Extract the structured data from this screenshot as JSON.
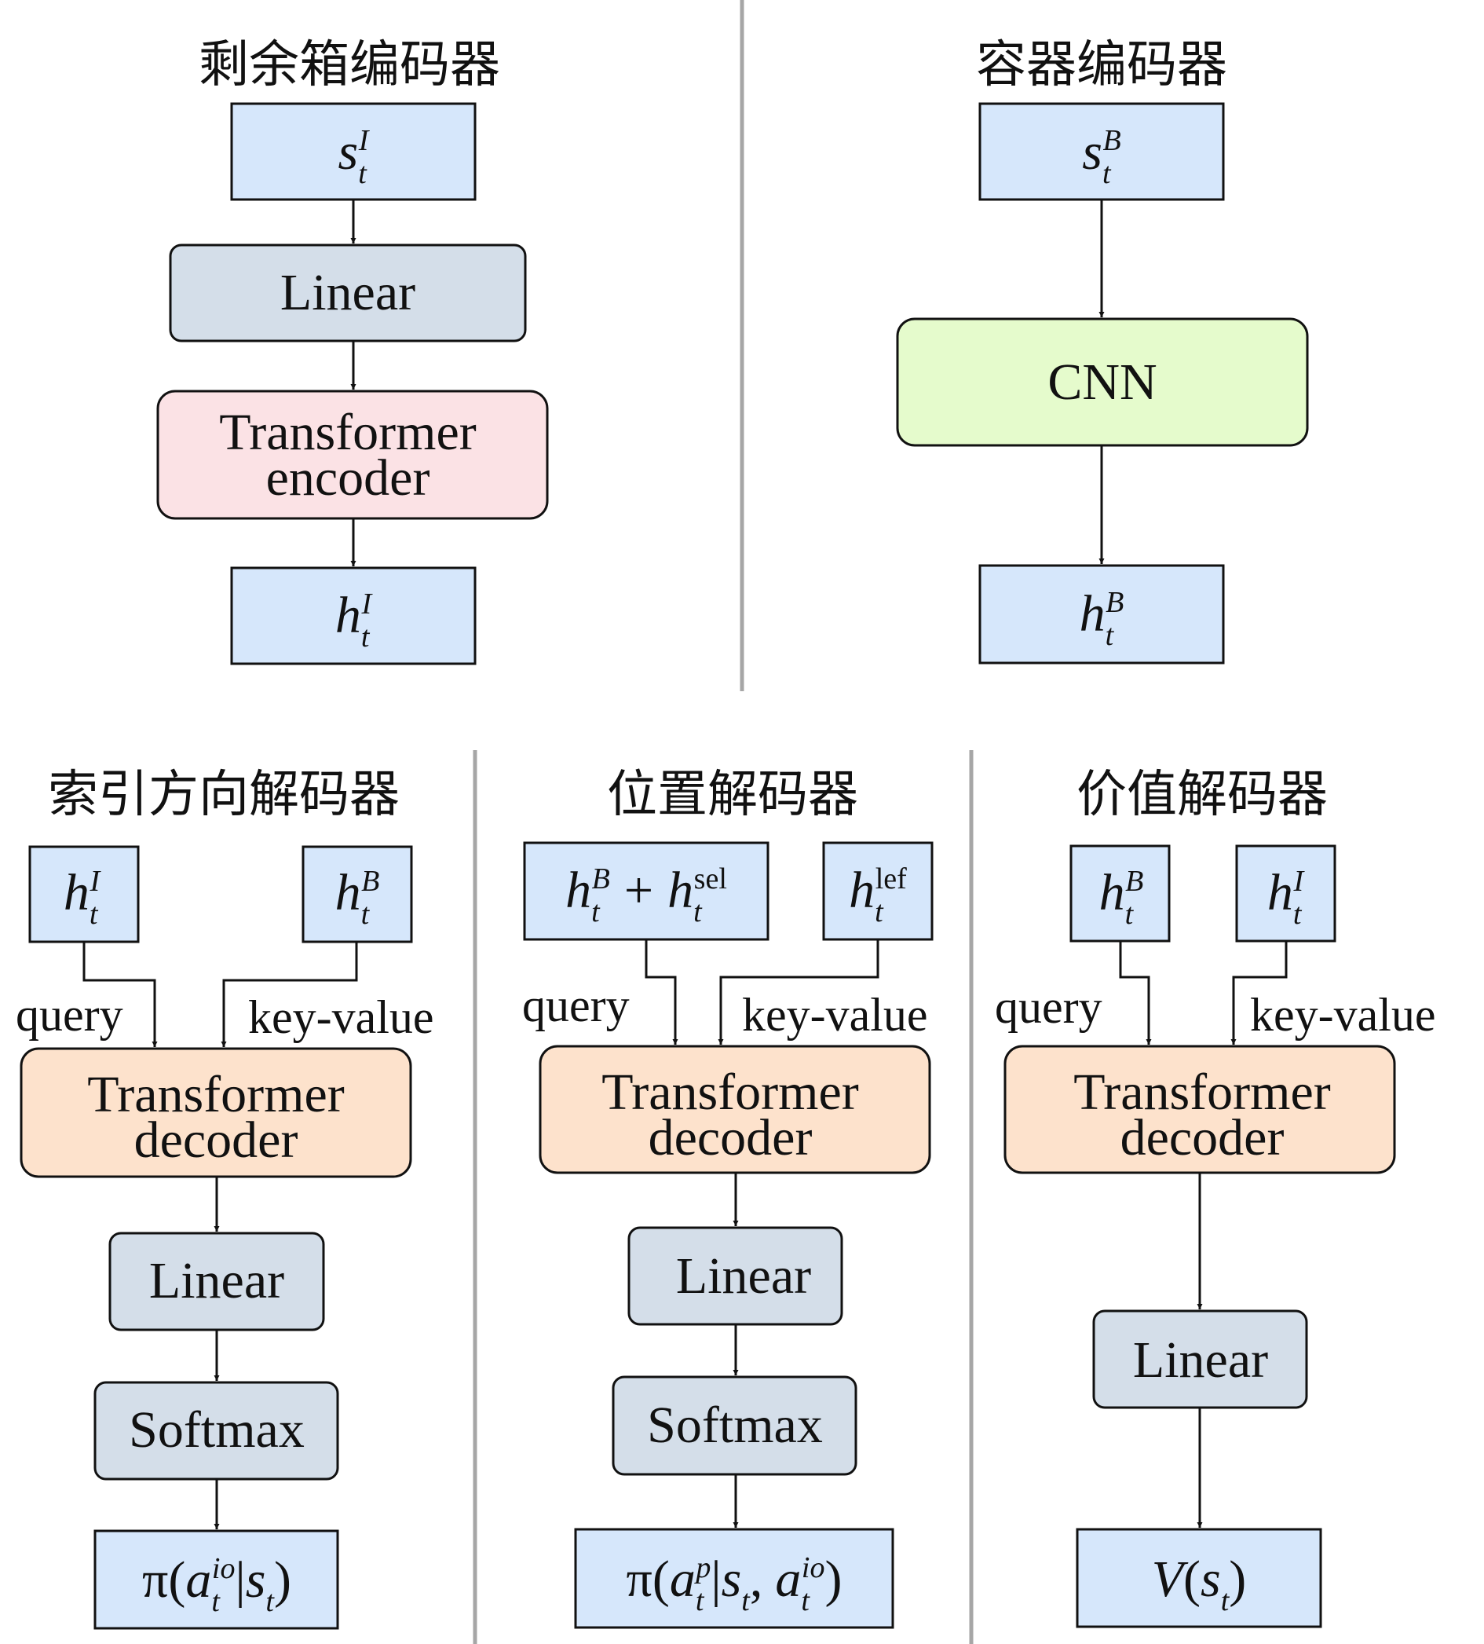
{
  "colors": {
    "io_box": "#d6e7fb",
    "linear_box": "#d4dee9",
    "encoder_box": "#fbe2e5",
    "cnn_box": "#e5fbcc",
    "decoder_box": "#fde2cc",
    "separator": "#a6a6a6"
  },
  "panels": {
    "item_encoder": {
      "title": "剩余箱编码器",
      "input": {
        "base": "s",
        "sub": "t",
        "sup": "I"
      },
      "linear": "Linear",
      "encoder": {
        "line1": "Transformer",
        "line2": "encoder"
      },
      "output": {
        "base": "h",
        "sub": "t",
        "sup": "I"
      }
    },
    "bin_encoder": {
      "title": "容器编码器",
      "input": {
        "base": "s",
        "sub": "t",
        "sup": "B"
      },
      "cnn": "CNN",
      "output": {
        "base": "h",
        "sub": "t",
        "sup": "B"
      }
    },
    "index_decoder": {
      "title": "索引方向解码器",
      "input_left": {
        "base": "h",
        "sub": "t",
        "sup": "I"
      },
      "input_right": {
        "base": "h",
        "sub": "t",
        "sup": "B"
      },
      "query": "query",
      "key_value": "key-value",
      "decoder": {
        "line1": "Transformer",
        "line2": "decoder"
      },
      "linear": "Linear",
      "softmax": "Softmax",
      "output": {
        "pi": "π(",
        "a": "a",
        "sub": "t",
        "sup": "io",
        "bar": "|",
        "s": "s",
        "s_sub": "t",
        "close": ")"
      }
    },
    "position_decoder": {
      "title": "位置解码器",
      "input_left": {
        "base1": "h",
        "sub1": "t",
        "sup1": "B",
        "plus": "+",
        "base2": "h",
        "sub2": "t",
        "sup2": "sel"
      },
      "input_right": {
        "base": "h",
        "sub": "t",
        "sup": "lef"
      },
      "query": "query",
      "key_value": "key-value",
      "decoder": {
        "line1": "Transformer",
        "line2": "decoder"
      },
      "linear": "Linear",
      "softmax": "Softmax",
      "output": {
        "pi": "π(",
        "a": "a",
        "sub": "t",
        "sup": "p",
        "bar": "|",
        "s": "s",
        "s_sub": "t",
        "comma": ",",
        "a2": "a",
        "sub2": "t",
        "sup2": "io",
        "close": ")"
      }
    },
    "value_decoder": {
      "title": "价值解码器",
      "input_left": {
        "base": "h",
        "sub": "t",
        "sup": "B"
      },
      "input_right": {
        "base": "h",
        "sub": "t",
        "sup": "I"
      },
      "query": "query",
      "key_value": "key-value",
      "decoder": {
        "line1": "Transformer",
        "line2": "decoder"
      },
      "linear": "Linear",
      "output": {
        "v": "V",
        "open": "(",
        "s": "s",
        "s_sub": "t",
        "close": ")"
      }
    }
  }
}
